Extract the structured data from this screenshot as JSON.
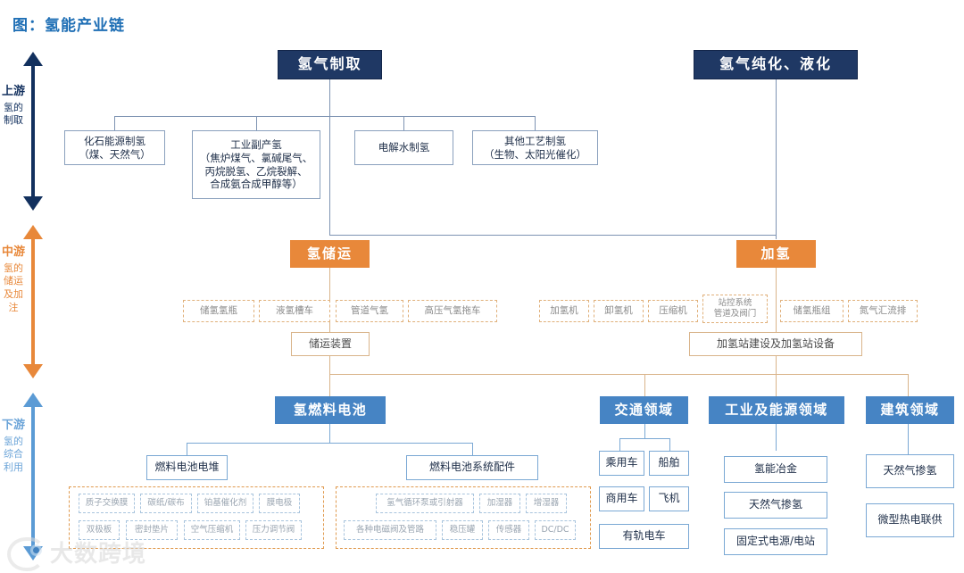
{
  "title": "图：氢能产业链",
  "colors": {
    "navy": "#1f3864",
    "orange": "#e8883a",
    "blue": "#4684c4",
    "title_blue": "#1f6fb5",
    "line_navy": "#7d93b2",
    "line_orange": "#d9b48a",
    "line_blue": "#7aa8d4"
  },
  "stages": [
    {
      "id": "upstream",
      "name": "上游",
      "desc": "氢的制取",
      "color": "#12305e"
    },
    {
      "id": "midstream",
      "name": "中游",
      "desc": "氢的储运及加注",
      "color": "#e8883a"
    },
    {
      "id": "downstream",
      "name": "下游",
      "desc": "氢的综合利用",
      "color": "#6ba4d8"
    }
  ],
  "upstream": {
    "headers": [
      {
        "label": "氢气制取"
      },
      {
        "label": "氢气纯化、液化"
      }
    ],
    "items": [
      {
        "label": "化石能源制氢\n（煤、天然气）"
      },
      {
        "label": "工业副产氢\n（焦炉煤气、氯碱尾气、\n丙烷脱氢、乙烷裂解、\n合成氨合成甲醇等）"
      },
      {
        "label": "电解水制氢"
      },
      {
        "label": "其他工艺制氢\n（生物、太阳光催化）"
      }
    ]
  },
  "midstream": {
    "storage": {
      "header": "氢储运",
      "tags": [
        "储氢氢瓶",
        "液氢槽车",
        "管道气氢",
        "高压气氢拖车"
      ],
      "summary": "储运装置"
    },
    "refuel": {
      "header": "加氢",
      "tags": [
        "加氢机",
        "卸氢机",
        "压缩机",
        "站控系统\n管道及阀门",
        "储氢瓶组",
        "氮气汇流排"
      ],
      "summary": "加氢站建设及加氢站设备"
    }
  },
  "downstream": {
    "fuelcell": {
      "header": "氢燃料电池",
      "branches": [
        {
          "label": "燃料电池电堆",
          "tags": [
            "质子交换膜",
            "碳纸/碳布",
            "铂基催化剂",
            "膜电极",
            "双极板",
            "密封垫片",
            "空气压缩机",
            "压力调节阀"
          ]
        },
        {
          "label": "燃料电池系统配件",
          "tags": [
            "氢气循环泵或引射器",
            "加湿器",
            "增湿器",
            "各种电磁阀及管路",
            "稳压罐",
            "传感器",
            "DC/DC"
          ]
        }
      ]
    },
    "fields": [
      {
        "header": "交通领域",
        "items": [
          "乘用车",
          "船舶",
          "商用车",
          "飞机",
          "有轨电车"
        ]
      },
      {
        "header": "工业及能源领域",
        "items": [
          "氢能冶金",
          "天然气掺氢",
          "固定式电源/电站"
        ]
      },
      {
        "header": "建筑领域",
        "items": [
          "天然气掺氢",
          "微型热电联供"
        ]
      }
    ]
  },
  "watermark": {
    "text": "大数跨境"
  }
}
